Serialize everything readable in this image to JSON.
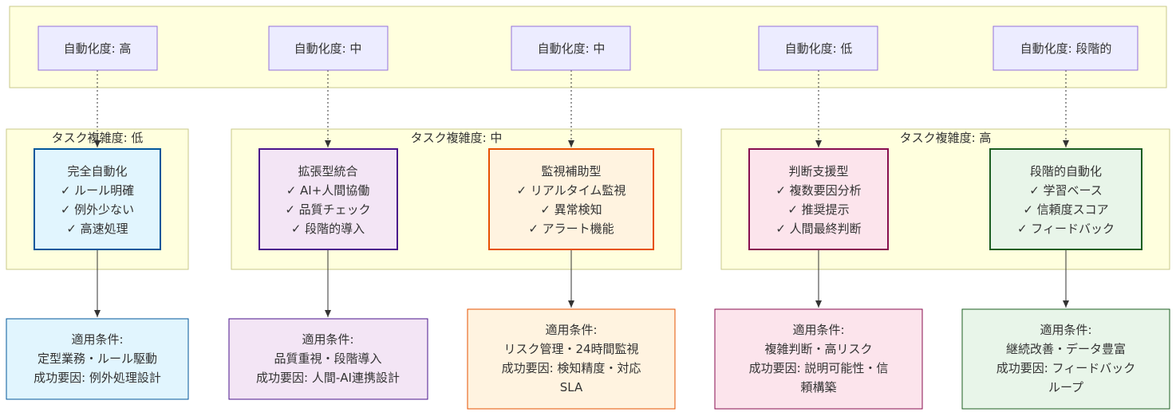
{
  "levels": [
    {
      "id": "lv-high",
      "label": "自動化度: 高"
    },
    {
      "id": "lv-mid1",
      "label": "自動化度: 中"
    },
    {
      "id": "lv-mid2",
      "label": "自動化度: 中"
    },
    {
      "id": "lv-low",
      "label": "自動化度: 低"
    },
    {
      "id": "lv-step",
      "label": "自動化度: 段階的"
    }
  ],
  "clusters": {
    "low": "タスク複雑度: 低",
    "mid": "タスク複雑度: 中",
    "high": "タスク複雑度: 高"
  },
  "types": [
    {
      "id": "full",
      "lines": [
        "完全自動化",
        "✓ ルール明確",
        "✓ 例外少ない",
        "✓ 高速処理"
      ]
    },
    {
      "id": "augment",
      "lines": [
        "拡張型統合",
        "✓ AI+人間協働",
        "✓ 品質チェック",
        "✓ 段階的導入"
      ]
    },
    {
      "id": "monitor",
      "lines": [
        "監視補助型",
        "✓ リアルタイム監視",
        "✓ 異常検知",
        "✓ アラート機能"
      ]
    },
    {
      "id": "decision",
      "lines": [
        "判断支援型",
        "✓ 複数要因分析",
        "✓ 推奨提示",
        "✓ 人間最終判断"
      ]
    },
    {
      "id": "staged",
      "lines": [
        "段階的自動化",
        "✓ 学習ベース",
        "✓ 信頼度スコア",
        "✓ フィードバック"
      ]
    }
  ],
  "conditions": [
    {
      "id": "full",
      "lines": [
        "適用条件:",
        "定型業務・ルール駆動",
        "成功要因: 例外処理設計"
      ]
    },
    {
      "id": "augment",
      "lines": [
        "適用条件:",
        "品質重視・段階導入",
        "成功要因: 人間-AI連携設計"
      ]
    },
    {
      "id": "monitor",
      "lines": [
        "適用条件:",
        "リスク管理・24時間監視",
        "成功要因: 検知精度・対応",
        "SLA"
      ]
    },
    {
      "id": "decision",
      "lines": [
        "適用条件:",
        "複雑判断・高リスク",
        "成功要因: 説明可能性・信",
        "頼構築"
      ]
    },
    {
      "id": "staged",
      "lines": [
        "適用条件:",
        "継続改善・データ豊富",
        "成功要因: フィードバック",
        "ループ"
      ]
    }
  ],
  "colors": {
    "level_fill": "#ececff",
    "level_stroke": "#9370db",
    "full_fill": "#e1f5fe",
    "full_stroke": "#01579b",
    "augment_fill": "#f3e5f5",
    "augment_stroke": "#4a148c",
    "monitor_fill": "#fff3e0",
    "monitor_stroke": "#e65100",
    "decision_fill": "#fce4ec",
    "decision_stroke": "#880e4f",
    "staged_fill": "#e8f5e9",
    "staged_stroke": "#1b5e20"
  }
}
